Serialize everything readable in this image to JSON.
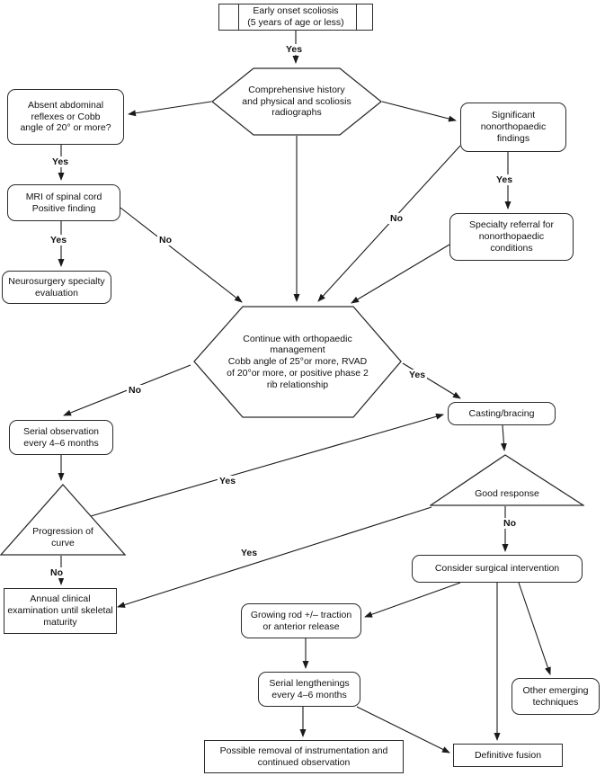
{
  "nodes": {
    "start": "Early onset scoliosis\n(5 years of age or less)",
    "history": "Comprehensive history\nand physical and scoliosis\nradiographs",
    "absent_reflexes": "Absent abdominal\nreflexes or Cobb\nangle of 20° or more?",
    "mri": "MRI of spinal cord\nPositive finding",
    "neurosurgery": "Neurosurgery specialty\nevaluation",
    "significant_findings": "Significant\nnonorthopaedic\nfindings",
    "specialty_referral": "Specialty referral for\nnonorthopaedic\nconditions",
    "continue_management": "Continue with orthopaedic\nmanagement\nCobb angle of 25°or more, RVAD\nof 20°or more, or positive phase 2\nrib relationship",
    "serial_observation": "Serial observation\nevery 4–6 months",
    "progression": "Progression of\ncurve",
    "annual_exam": "Annual clinical\nexamination until skeletal\nmaturity",
    "casting": "Casting/bracing",
    "good_response": "Good response",
    "surgical": "Consider surgical intervention",
    "growing_rod": "Growing rod +/– traction\nor anterior release",
    "serial_lengthenings": "Serial lengthenings\nevery 4–6 months",
    "other_techniques": "Other emerging\ntechniques",
    "possible_removal": "Possible removal of instrumentation and\ncontinued observation",
    "definitive_fusion": "Definitive fusion"
  },
  "edge_labels": {
    "start_yes": "Yes",
    "reflexes_yes": "Yes",
    "mri_yes": "Yes",
    "mri_no": "No",
    "findings_yes": "Yes",
    "findings_no": "No",
    "continue_no": "No",
    "continue_yes": "Yes",
    "progression_yes": "Yes",
    "progression_no": "No",
    "response_no": "No",
    "response_yes": "Yes"
  },
  "colors": {
    "line": "#1a1a1a",
    "border": "#2b2b2b",
    "background": "#ffffff"
  }
}
